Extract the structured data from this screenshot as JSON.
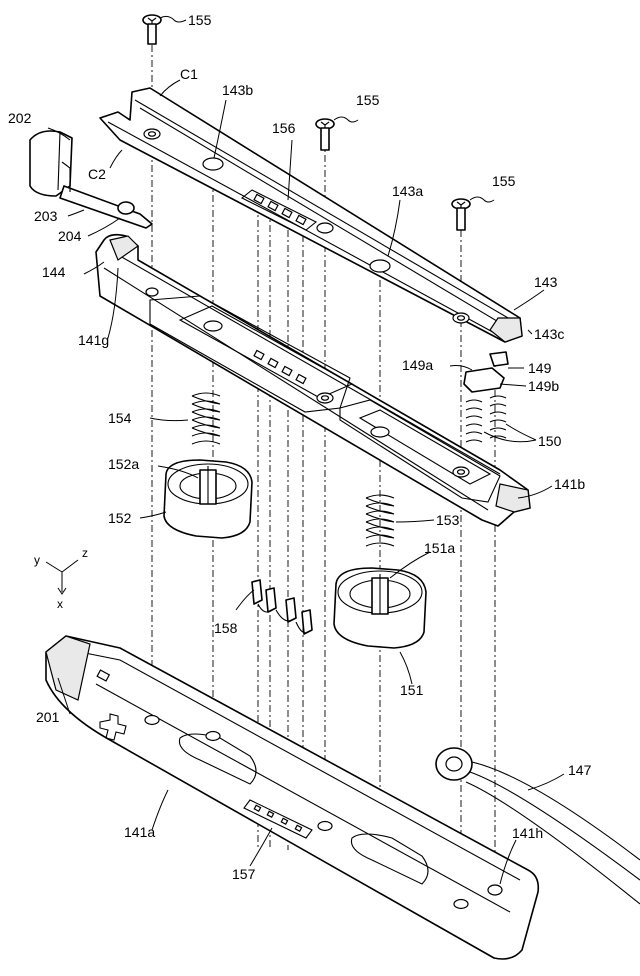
{
  "labels": {
    "l155_top": "155",
    "l155_mid": "155",
    "l155_right": "155",
    "lC1": "C1",
    "l202": "202",
    "l143b": "143b",
    "l156": "156",
    "l143a": "143a",
    "lC2": "C2",
    "l203": "203",
    "l204": "204",
    "l144": "144",
    "l143": "143",
    "l141g": "141g",
    "l143c": "143c",
    "l149a": "149a",
    "l149": "149",
    "l149b": "149b",
    "l154": "154",
    "l150": "150",
    "l152a": "152a",
    "l141b": "141b",
    "l152": "152",
    "l153": "153",
    "l151a": "151a",
    "l158": "158",
    "l151": "151",
    "l201": "201",
    "l147": "147",
    "l141a": "141a",
    "l141h": "141h",
    "l157": "157"
  },
  "axes": {
    "y": "y",
    "z": "z",
    "x": "x"
  }
}
